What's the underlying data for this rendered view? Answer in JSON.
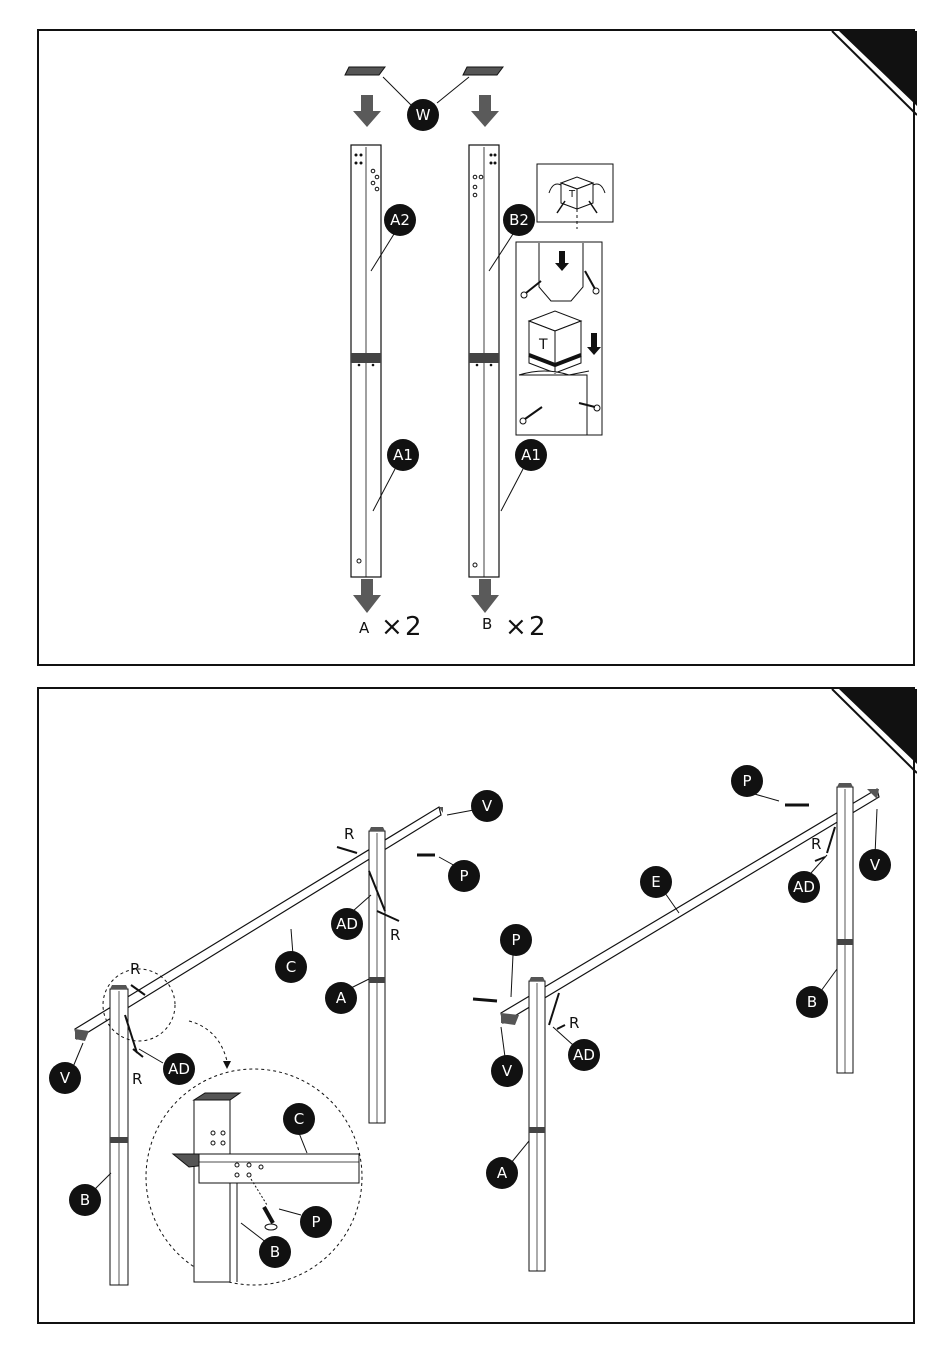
{
  "panel1": {
    "callouts": {
      "w": "W",
      "a2": "A2",
      "b2": "B2",
      "a1_left": "A1",
      "a1_right": "A1"
    },
    "detail_cube_letter_small": "T",
    "detail_cube_letter_large": "T",
    "qty_a": {
      "letter": "A",
      "times": "×",
      "count": "2"
    },
    "qty_b": {
      "letter": "B",
      "times": "×",
      "count": "2"
    }
  },
  "panel2": {
    "left_frame": {
      "v_top": "V",
      "v_bottom": "V",
      "p": "P",
      "r_top": "R",
      "r_mid": "R",
      "r_left_top": "R",
      "r_left_bottom": "R",
      "ad_right": "AD",
      "ad_left": "AD",
      "c": "C",
      "a": "A",
      "b": "B"
    },
    "zoom_detail": {
      "c": "C",
      "p": "P",
      "b": "B"
    },
    "right_frame": {
      "p_top": "P",
      "p_left": "P",
      "v_right": "V",
      "v_left": "V",
      "e": "E",
      "r_right": "R",
      "r_left": "R",
      "ad_right": "AD",
      "ad_left": "AD",
      "a": "A",
      "b": "B"
    }
  },
  "colors": {
    "ink": "#111111",
    "band": "#444444",
    "arrow": "#5a5a5a",
    "cap": "#555555",
    "paper": "#ffffff"
  }
}
